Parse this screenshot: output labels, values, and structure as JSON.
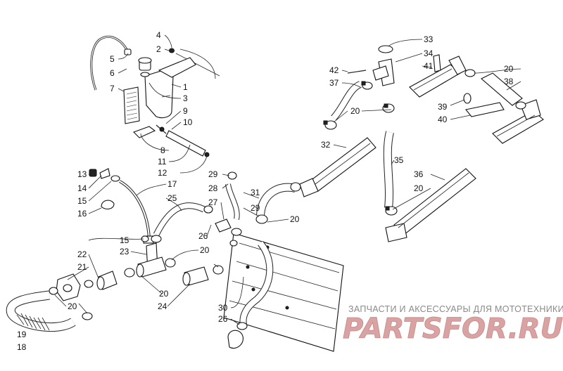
{
  "diagram": {
    "callouts": [
      "1",
      "2",
      "3",
      "4",
      "5",
      "6",
      "7",
      "8",
      "9",
      "10",
      "11",
      "12",
      "13",
      "14",
      "15",
      "16",
      "17",
      "18",
      "19",
      "20",
      "21",
      "22",
      "23",
      "24",
      "25",
      "26",
      "27",
      "28",
      "29",
      "30",
      "31",
      "32",
      "33",
      "34",
      "35",
      "36",
      "37",
      "38",
      "39",
      "40",
      "41",
      "42"
    ],
    "watermark": {
      "tagline": "ЗАПЧАСТИ И АКСЕССУАРЫ ДЛЯ МОТОТЕХНИКИ",
      "logo": "PARTSFOR.RU"
    }
  }
}
